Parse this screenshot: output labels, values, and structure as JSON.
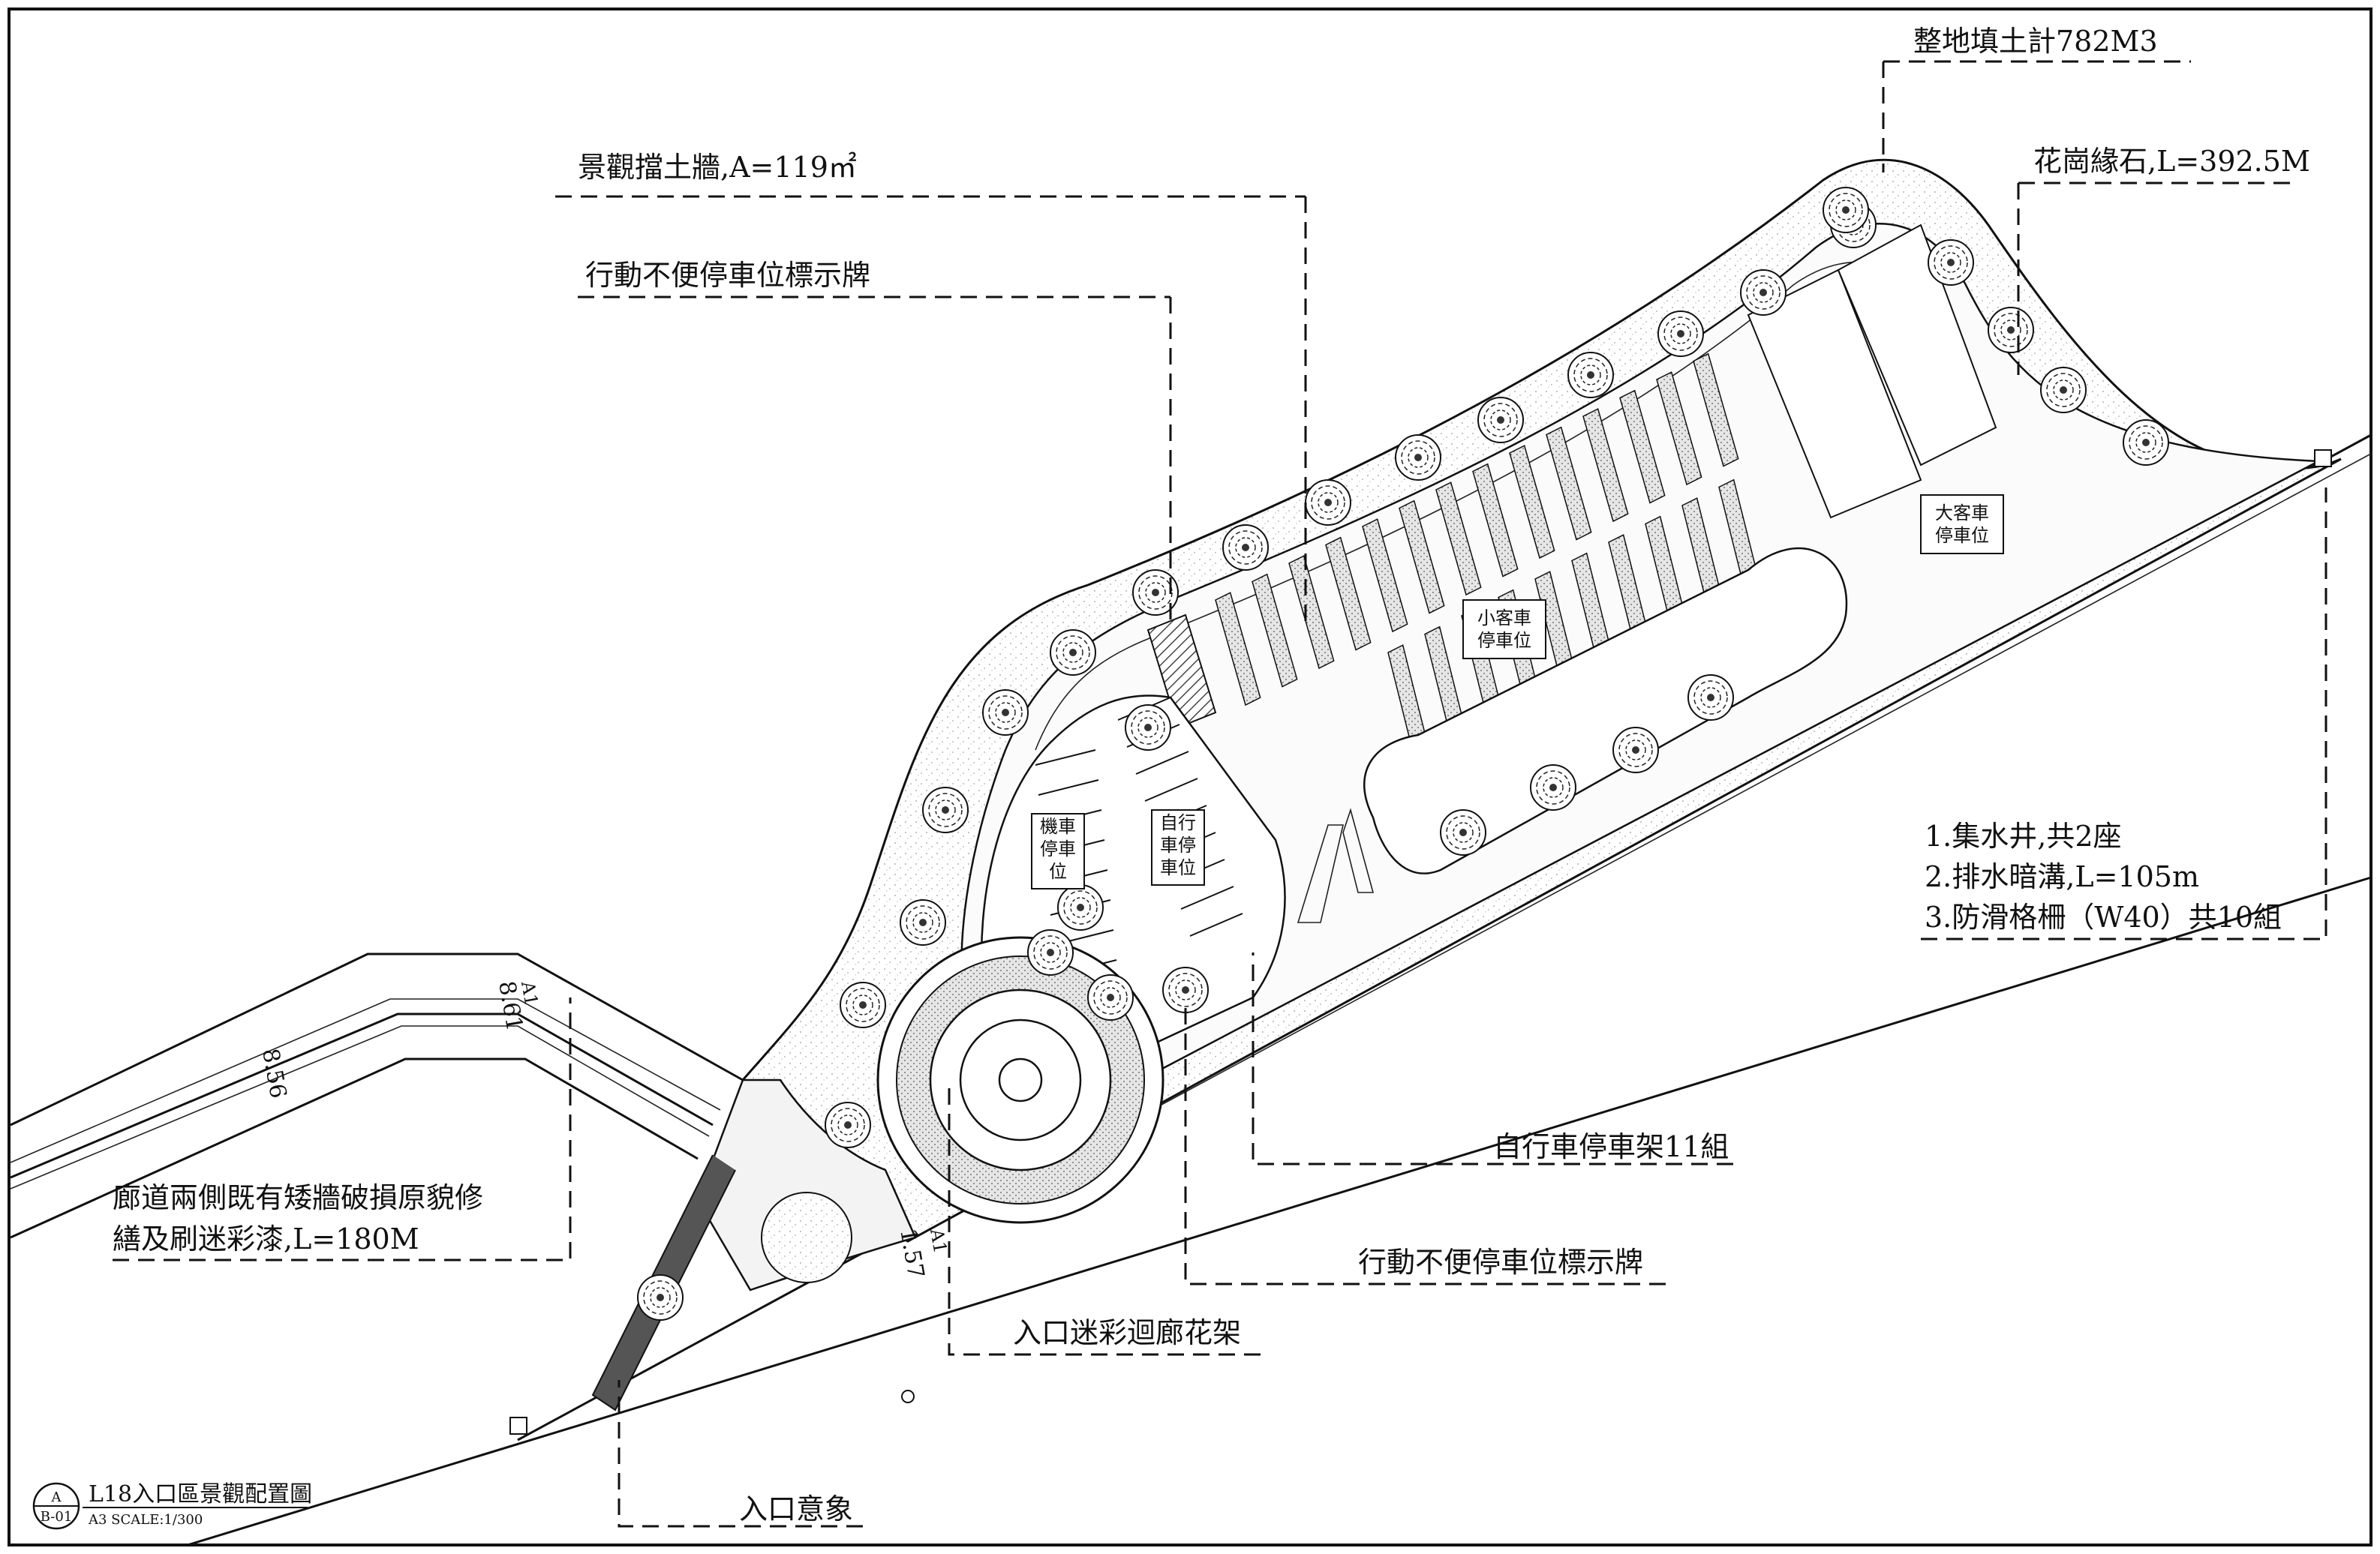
{
  "drawing": {
    "title": "L18入口區景觀配置圖",
    "scale": "A3 SCALE:1/300",
    "ref_letter": "A",
    "ref_code": "B-01"
  },
  "labels": {
    "fill_earth": "整地填土計782M3",
    "granite_curb": "花崗緣石,L=392.5M",
    "retaining_wall": "景觀擋土牆,A=119㎡",
    "accessible_sign_top": "行動不便停車位標示牌",
    "bike_rack": "自行車停車架11組",
    "accessible_sign_bottom": "行動不便停車位標示牌",
    "entrance_pergola": "入口迷彩迴廊花架",
    "entrance_image": "入口意象",
    "corridor_note_1": "廊道兩側既有矮牆破損原貌修",
    "corridor_note_2": "繕及刷迷彩漆,L=180M",
    "drain_notes": [
      "1.集水井,共2座",
      "2.排水暗溝,L=105m",
      "3.防滑格柵（W40）共10組"
    ]
  },
  "zones": {
    "bus_parking": [
      "大客車",
      "停車位"
    ],
    "car_parking": [
      "小客車",
      "停車位"
    ],
    "moto_parking": [
      "機車",
      "停車",
      "位"
    ],
    "bike_parking": [
      "自行",
      "車停",
      "車位"
    ]
  },
  "dimensions": {
    "corridor_width": "8.56",
    "section_a1_top": "A1",
    "section_a1_width": "8.61",
    "section_a1_bottom": "A1",
    "section_a1_bottom_width": "1.57"
  }
}
